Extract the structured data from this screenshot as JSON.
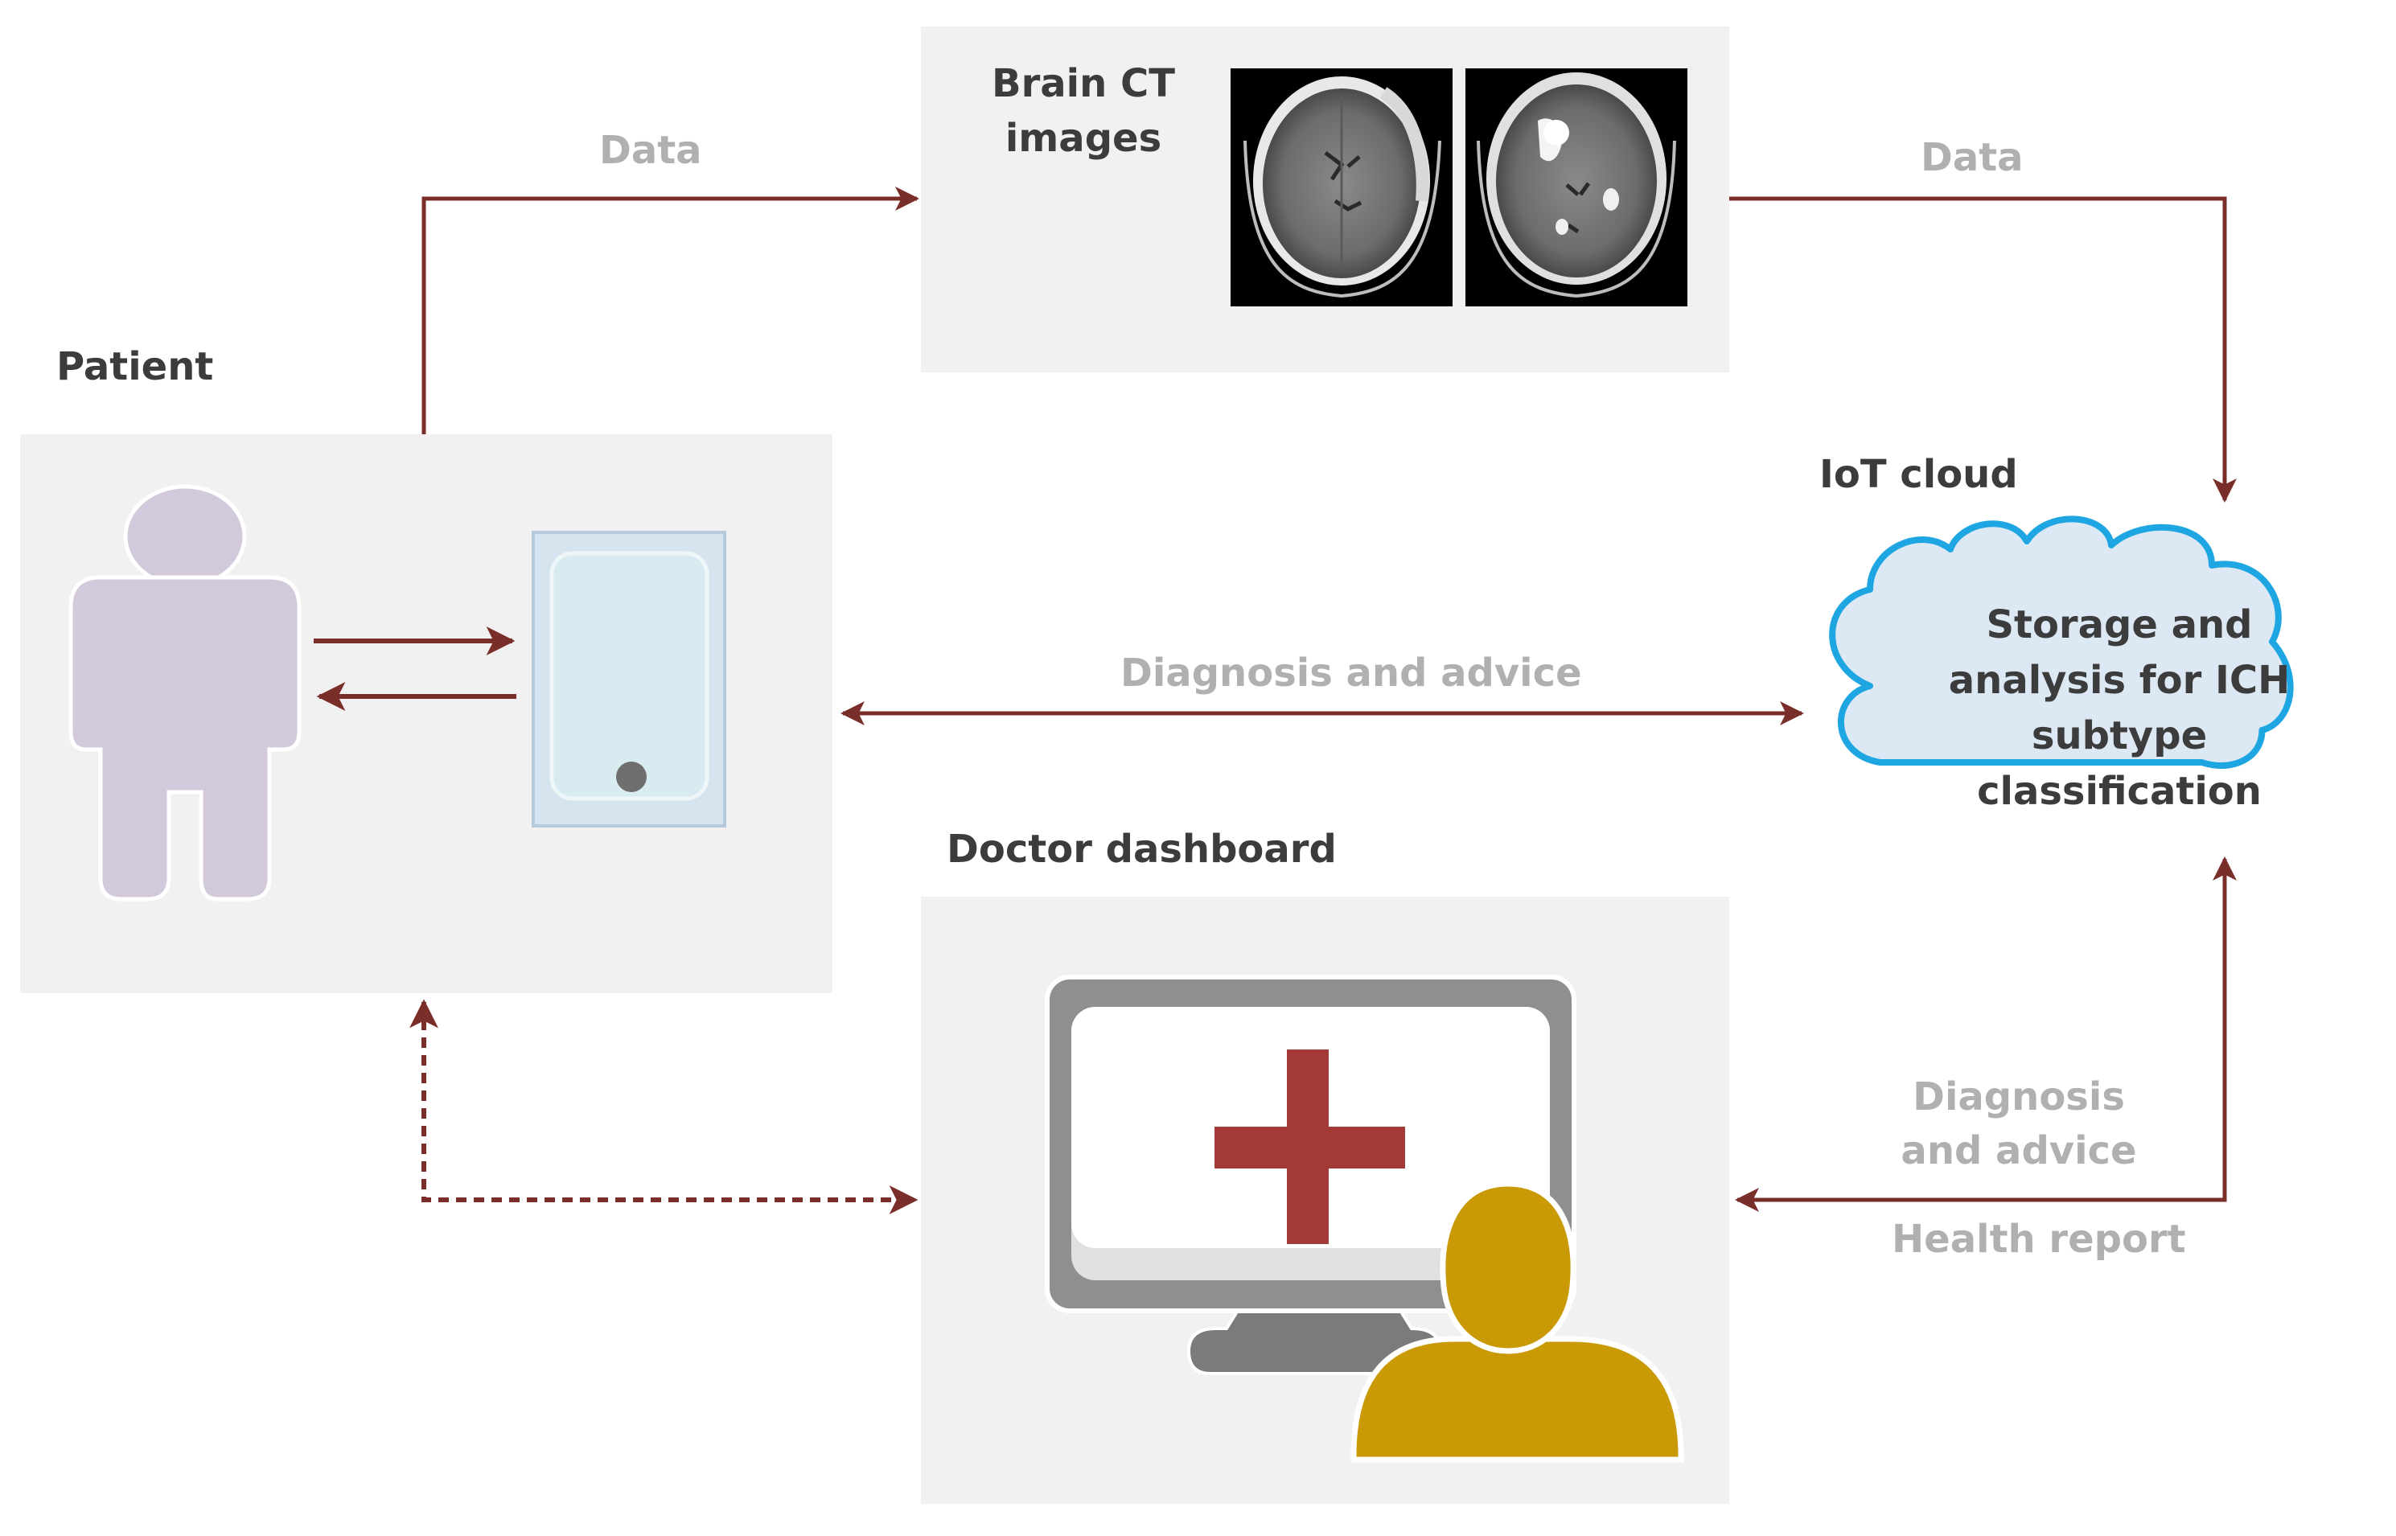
{
  "patient": {
    "title": "Patient"
  },
  "brain_ct": {
    "title_line1": "Brain CT",
    "title_line2": "images"
  },
  "iot_cloud": {
    "title": "IoT cloud",
    "body_line1": "Storage and",
    "body_line2": "analysis for ICH",
    "body_line3": "subtype",
    "body_line4": "classification"
  },
  "doctor_dashboard": {
    "title": "Doctor dashboard"
  },
  "edges": {
    "patient_to_ct": "Data",
    "ct_to_cloud": "Data",
    "cloud_patient": "Diagnosis and advice",
    "cloud_doctor_line1": "Diagnosis",
    "cloud_doctor_line2": "and advice",
    "doctor_to_cloud": "Health report"
  },
  "colors": {
    "arrow": "#7a2e2a",
    "panel": "#f1f1f1",
    "cloud_fill": "#dce8f4",
    "cloud_stroke": "#1da6e1",
    "person": "#d3c9dc",
    "doctor_avatar": "#c99a06",
    "medical_cross": "#a33a37",
    "dark_text": "#3c3c3c",
    "grey_text": "#b0b0b0"
  },
  "icons": {
    "person": "person-icon",
    "tablet": "tablet-icon",
    "monitor": "monitor-icon",
    "cross": "medical-cross-icon",
    "doctor": "doctor-avatar-icon",
    "cloud": "cloud-icon",
    "ct_scan": "ct-scan-image"
  }
}
